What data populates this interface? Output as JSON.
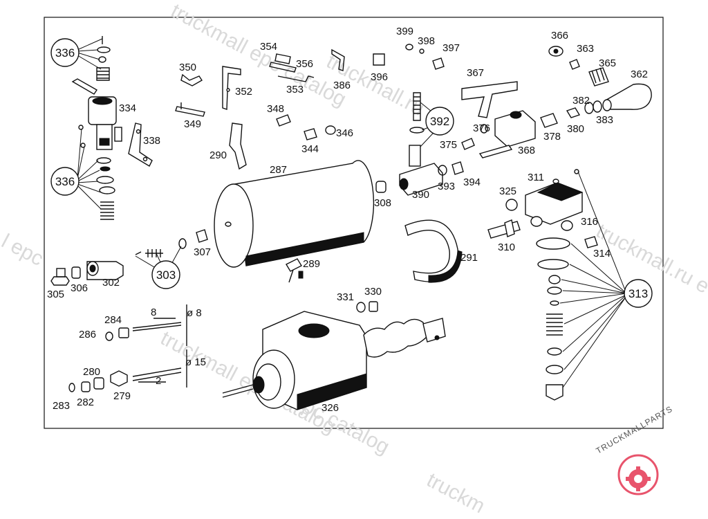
{
  "part_numbers": {
    "p399": "399",
    "p398": "398",
    "p397": "397",
    "p396": "396",
    "p354": "354",
    "p356": "356",
    "p353": "353",
    "p386": "386",
    "p350": "350",
    "p352": "352",
    "p334": "334",
    "p338": "338",
    "p349": "349",
    "p348": "348",
    "p344": "344",
    "p346": "346",
    "p290": "290",
    "p287": "287",
    "p307": "307",
    "p289": "289",
    "p305": "305",
    "p306": "306",
    "p302": "302",
    "p284": "284",
    "p286": "286",
    "p8a": "8",
    "p8b": "ø 8",
    "p280": "280",
    "p279": "279",
    "p283": "283",
    "p282": "282",
    "p2": "2",
    "p15": "ø 15",
    "p331": "331",
    "p330": "330",
    "p326": "326",
    "p291": "291",
    "p308": "308",
    "p390": "390",
    "p393": "393",
    "p394": "394",
    "p375": "375",
    "p376": "376",
    "p367": "367",
    "p368": "368",
    "p378": "378",
    "p380": "380",
    "p382": "382",
    "p383": "383",
    "p366": "366",
    "p363": "363",
    "p365": "365",
    "p362": "362",
    "p311": "311",
    "p325": "325",
    "p316": "316",
    "p310": "310",
    "p314": "314"
  },
  "callouts": {
    "c336a": "336",
    "c336b": "336",
    "c303": "303",
    "c392": "392",
    "c313": "313"
  },
  "watermarks": {
    "w1": "truckmall epc catalog",
    "w2": "truckmall.ru",
    "w3": "truckmall epc catalog",
    "w4": "mall epc catalog",
    "w5": "truckmall.ru e",
    "w6": "l epc",
    "w7": "truckm"
  },
  "logo": {
    "text": "TRUCKMALLPARTS",
    "accent_color": "#e8546c"
  },
  "colors": {
    "ink": "#111111",
    "watermark": "#d9d9d9",
    "border": "#222222"
  }
}
